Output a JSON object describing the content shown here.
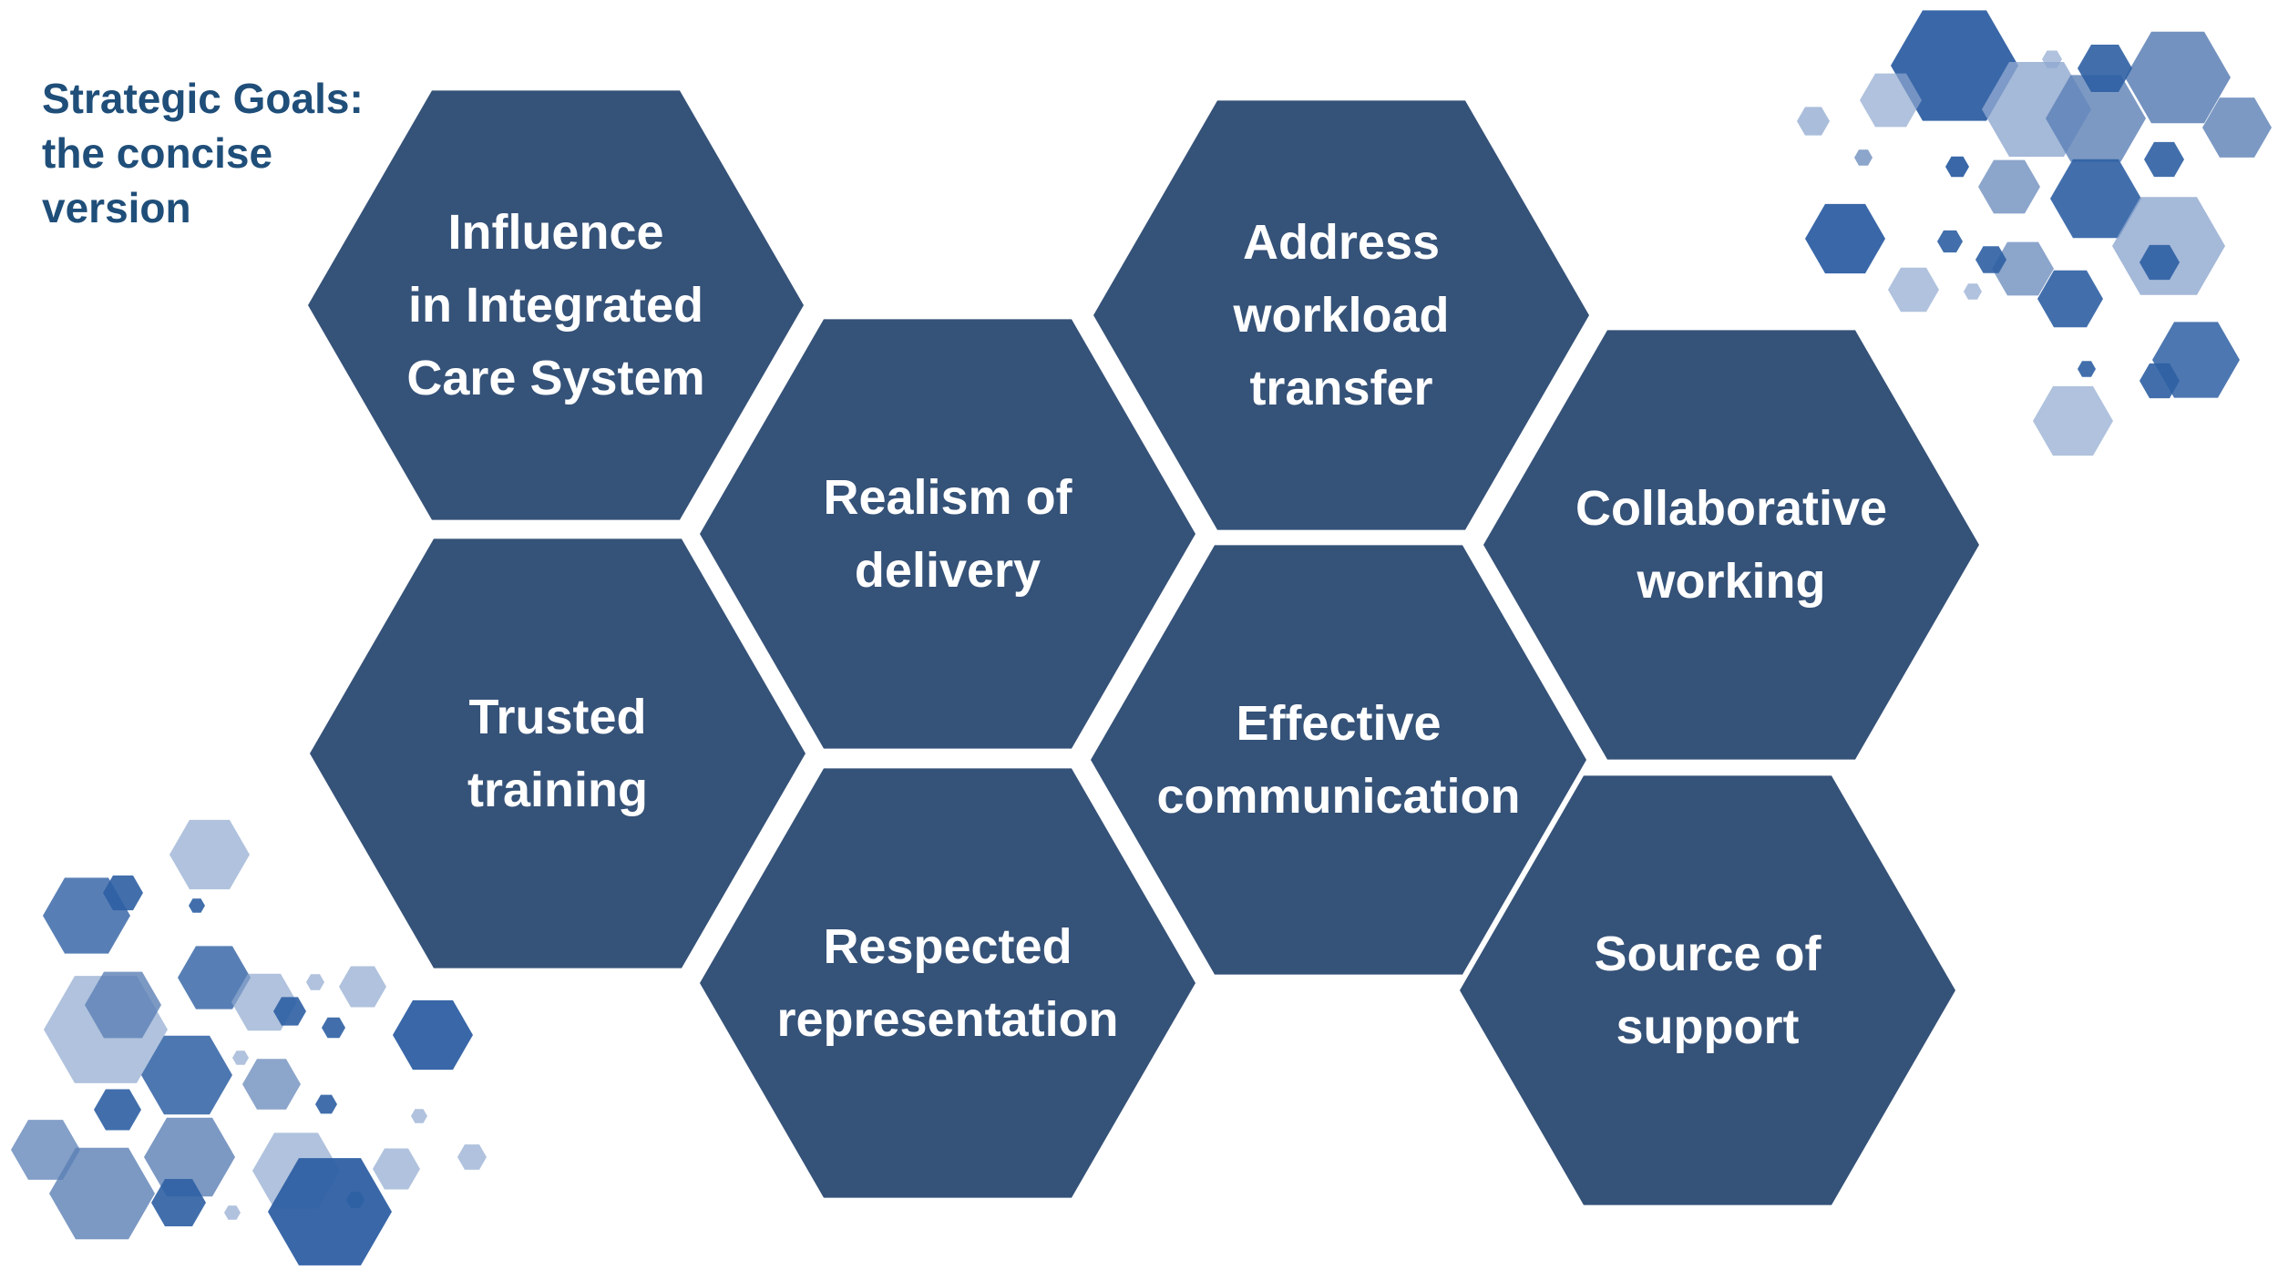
{
  "title": {
    "line1": "Strategic Goals:",
    "line2": "the concise",
    "line3": "version"
  },
  "colors": {
    "hexagon_fill": "#355278",
    "title_text": "#1f4e79",
    "label_text": "#ffffff",
    "decor_dark": "#2e5fa3",
    "decor_mid": "#5b7fb5",
    "decor_light": "#8ea8cf"
  },
  "goals": [
    {
      "id": "influence",
      "lines": [
        "Influence",
        "in Integrated",
        "Care System"
      ]
    },
    {
      "id": "realism",
      "lines": [
        "Realism of",
        "delivery"
      ]
    },
    {
      "id": "workload",
      "lines": [
        "Address",
        "workload",
        "transfer"
      ]
    },
    {
      "id": "collaborative",
      "lines": [
        "Collaborative",
        "working"
      ]
    },
    {
      "id": "trusted",
      "lines": [
        "Trusted",
        "training"
      ]
    },
    {
      "id": "effective",
      "lines": [
        "Effective",
        "communication"
      ]
    },
    {
      "id": "respected",
      "lines": [
        "Respected",
        "representation"
      ]
    },
    {
      "id": "source",
      "lines": [
        "Source of",
        "support"
      ]
    }
  ]
}
